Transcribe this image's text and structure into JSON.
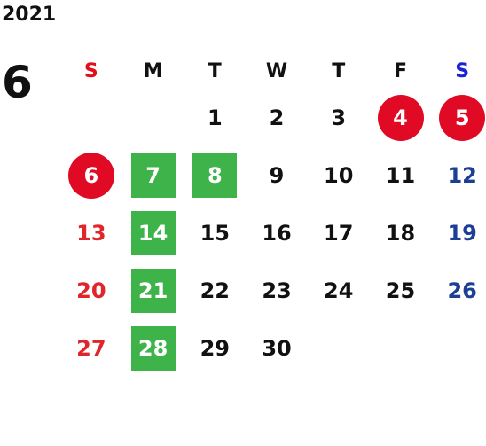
{
  "year": "2021",
  "month": "6",
  "weekdays": [
    "S",
    "M",
    "T",
    "W",
    "T",
    "F",
    "S"
  ],
  "weeks": [
    [
      "",
      "",
      "1",
      "2",
      "3",
      "4",
      "5"
    ],
    [
      "6",
      "7",
      "8",
      "9",
      "10",
      "11",
      "12"
    ],
    [
      "13",
      "14",
      "15",
      "16",
      "17",
      "18",
      "19"
    ],
    [
      "20",
      "21",
      "22",
      "23",
      "24",
      "25",
      "26"
    ],
    [
      "27",
      "28",
      "29",
      "30",
      "",
      "",
      ""
    ]
  ],
  "colors": {
    "sunday": "#e0262b",
    "saturday": "#1b3f95",
    "holiday_circle": "#e00a25",
    "highlight_square": "#3db34a"
  }
}
